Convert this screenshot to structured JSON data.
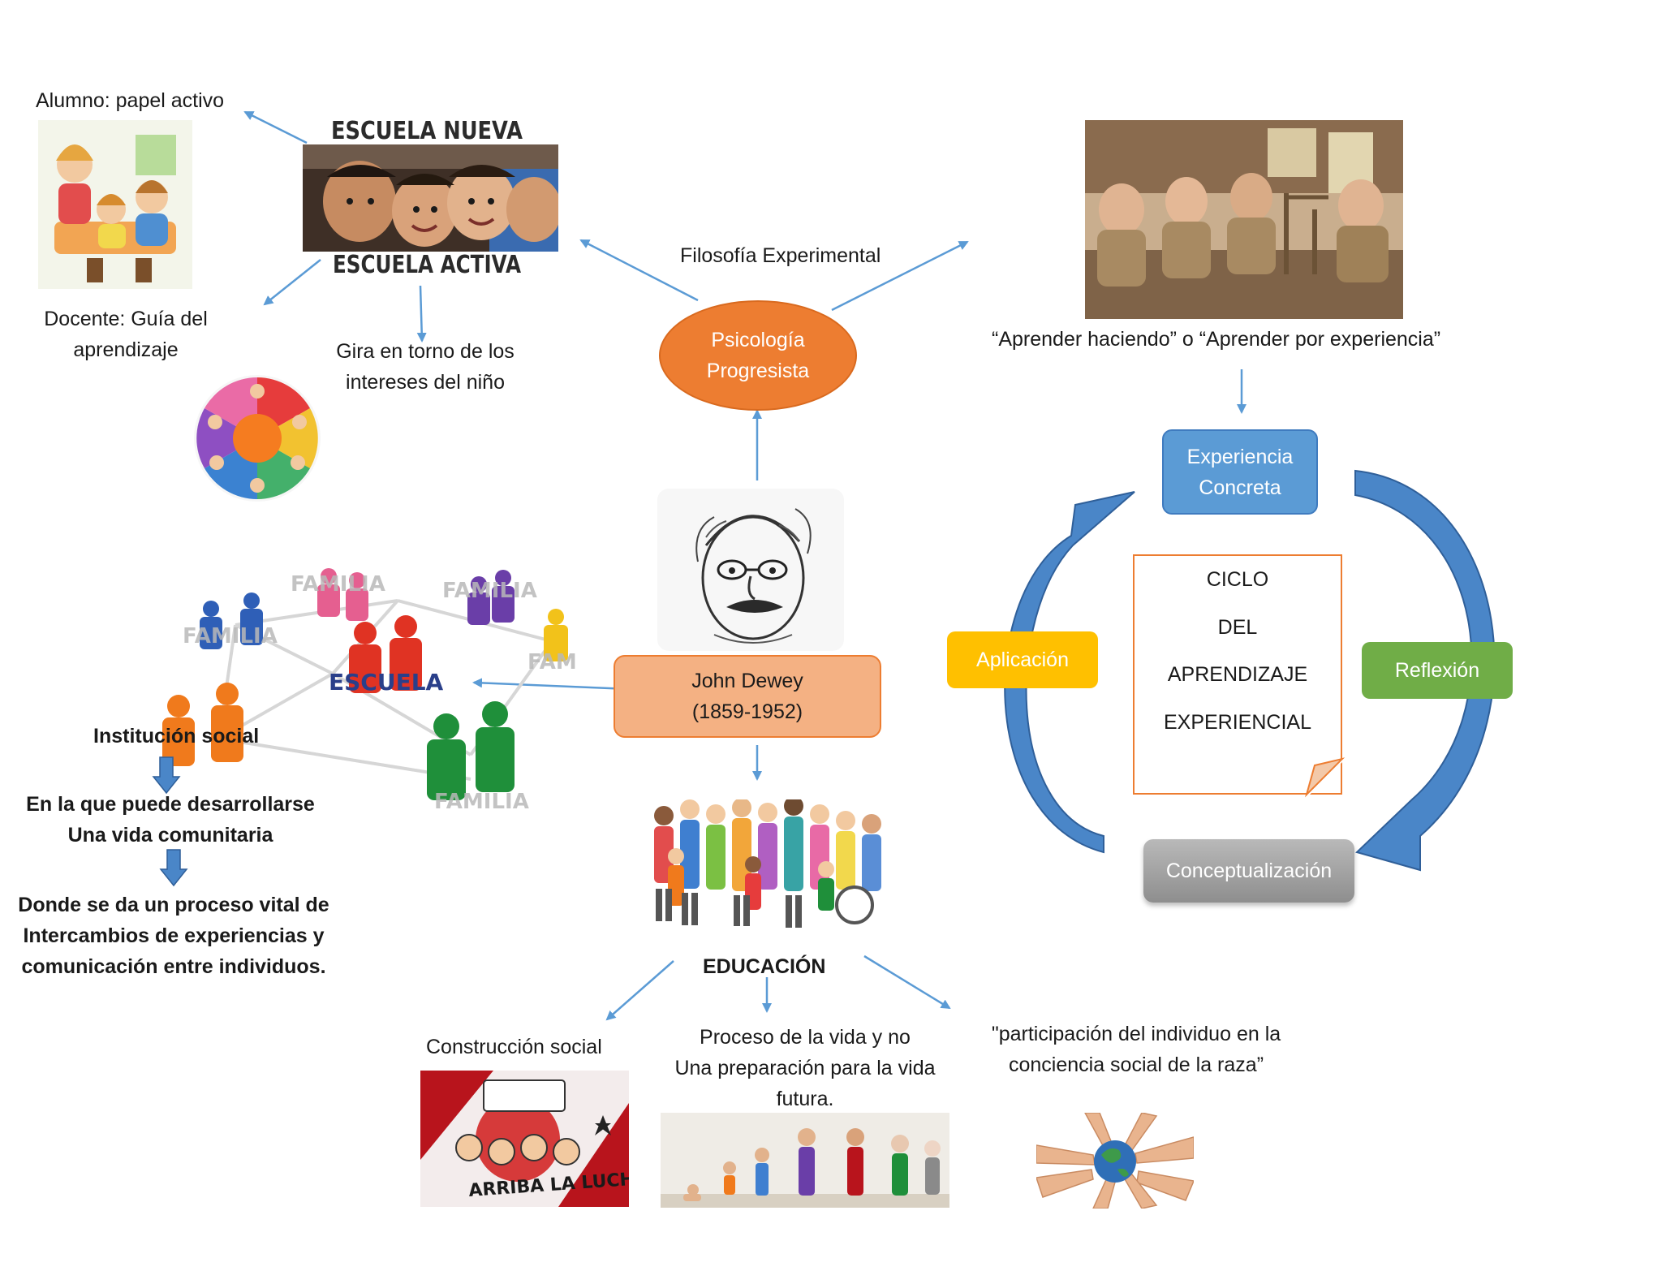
{
  "escuela": {
    "title_top": "ESCUELA  NUEVA",
    "title_bottom": "ESCUELA  ACTIVA",
    "alumno": "Alumno: papel activo",
    "docente_1": "Docente: Guía del",
    "docente_2": "aprendizaje",
    "gira_1": "Gira en torno de los",
    "gira_2": "intereses del niño"
  },
  "center": {
    "filosofia": "Filosofía Experimental",
    "psicologia_1": "Psicología",
    "psicologia_2": "Progresista",
    "dewey_name": "John Dewey",
    "dewey_years": "(1859-1952)"
  },
  "aprender": "“Aprender haciendo” o “Aprender por experiencia”",
  "ciclo": {
    "experiencia_1": "Experiencia",
    "experiencia_2": "Concreta",
    "reflexion": "Reflexión",
    "aplicacion": "Aplicación",
    "conceptualizacion": "Conceptualización",
    "center_lines": [
      "CICLO",
      "DEL",
      "APRENDIZAJE",
      "EXPERIENCIAL"
    ]
  },
  "familia": {
    "word": "FAMILIA",
    "escuela_word": "ESCUELA",
    "institucion": "Institución social",
    "en_la_que_1": "En la que  puede desarrollarse",
    "en_la_que_2": "Una vida comunitaria",
    "donde_1": "Donde se da un proceso vital de",
    "donde_2": "Intercambios de experiencias y",
    "donde_3": "comunicación entre individuos."
  },
  "educacion": {
    "title": "EDUCACIÓN",
    "construccion": "Construcción  social",
    "proceso_1": "Proceso de la vida y no",
    "proceso_2": "Una preparación para la vida",
    "proceso_3": "futura.",
    "participacion_1": "\"participación del individuo en la",
    "participacion_2": "conciencia social de la raza”",
    "poster_text": "ARRIBA LA LUCHA"
  },
  "colors": {
    "arrow": "#5b9bd5",
    "psico": "#ed7d31",
    "dewey": "#f4b183",
    "experiencia": "#5b9bd5",
    "reflexion": "#70ad47",
    "aplicacion": "#ffc000",
    "conceptualizacion": "#a6a6a6",
    "cycle_arrow": "#3f7bbf"
  }
}
